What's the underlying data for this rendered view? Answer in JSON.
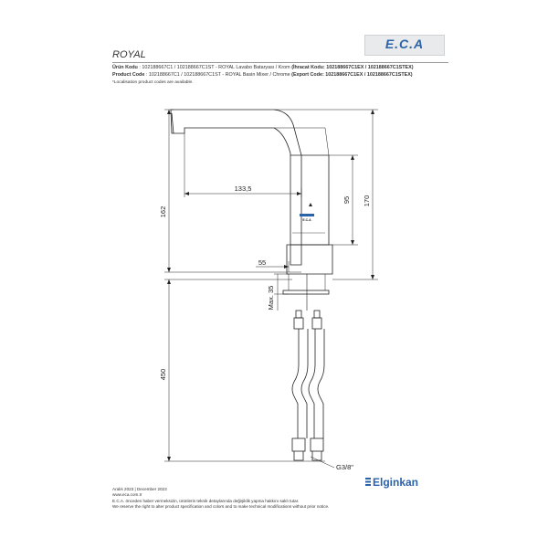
{
  "header": {
    "logo_text": "E.C.A",
    "product_name": "ROYAL"
  },
  "codes": {
    "tr_label": "Ürün Kodu",
    "tr_line": ": 102188667C1 / 102188667C1ST - ROYAL Lavabo Bataryası / Krom",
    "tr_export": "(İhracat Kodu: 102188667C1EX / 102188667C1STEX)",
    "en_label": "Product Code",
    "en_line": ": 102188667C1 / 102188667C1ST - ROYAL Basin Mixer / Chrome",
    "en_export": "(Export Code: 102188667C1EX / 102188667C1STEX)",
    "note": "*Localisation product codes are available."
  },
  "dimensions": {
    "d1335": "133,5",
    "d95": "95",
    "d170": "170",
    "d162": "162",
    "d55": "55",
    "dmax35": "Max. 35",
    "d450": "450",
    "thread": "G3/8\"",
    "faucet_badge": "E.C.A"
  },
  "footer": {
    "date": "Aralık 2023 | December 2023",
    "website": "www.eca.com.tr",
    "notice_tr": "E.C.A. önceden haber vermeksizin, ürünlerin teknik detaylarında değişiklik yapma hakkını saklı tutar.",
    "notice_en": "We reserve the right to alter product specification and colors and to make technical modifications without prior notice.",
    "brand": "Elginkan"
  },
  "colors": {
    "accent": "#2a63a8",
    "line": "#222222"
  }
}
